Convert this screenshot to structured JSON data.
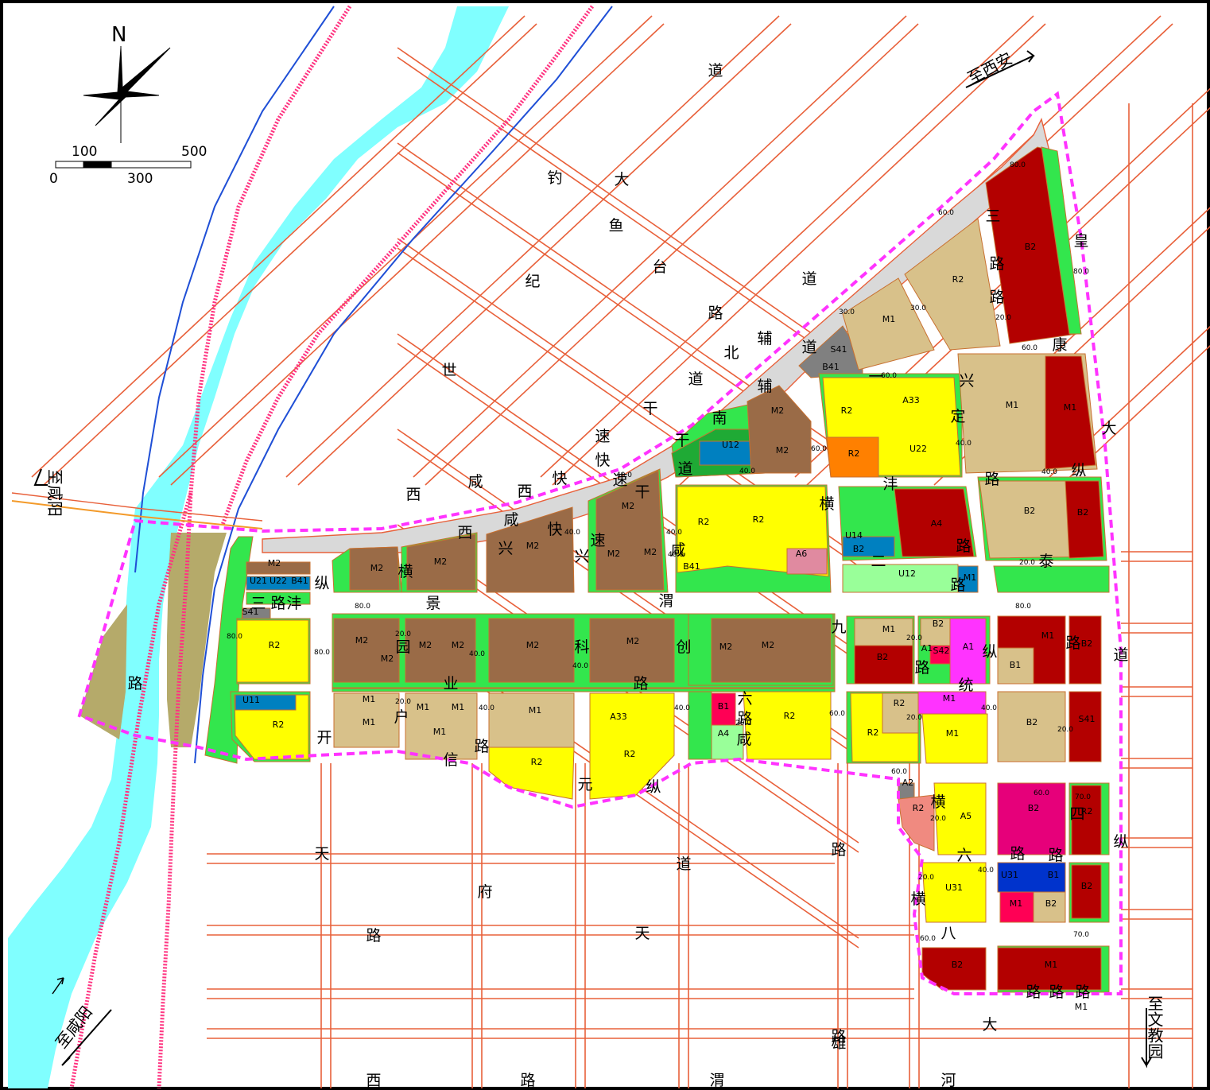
{
  "compass": {
    "north": "N"
  },
  "scale_bar": {
    "labels": [
      "100",
      "500",
      "0",
      "300"
    ]
  },
  "colors": {
    "river": "#80ffff",
    "road_outline": "#e8603a",
    "railway": "#ff3380",
    "boundary": "#ff33ff",
    "green": "#33e64d",
    "dark_green": "#1faa35",
    "R2": "#ffff00",
    "M1": "#d8c18a",
    "M2": "#9a6b47",
    "B2": "#b30000",
    "B1": "#ff0055",
    "A1": "#ff33ff",
    "A2": "#f08a80",
    "A33": "#ff8000",
    "A4": "#99ff99",
    "A5": "#e6007a",
    "A6": "#e08aa0",
    "U1": "#0080c0",
    "U31": "#0033cc",
    "S41": "#808080",
    "sand": "#b5aa6a",
    "expressway": "#d9d9d9"
  },
  "directions": [
    {
      "text": "至西安"
    },
    {
      "text": "至咸阳"
    },
    {
      "text": "至文教园"
    },
    {
      "text": "至咸阳"
    }
  ],
  "roads": [
    {
      "text": "道"
    },
    {
      "text": "钓"
    },
    {
      "text": "大"
    },
    {
      "text": "鱼"
    },
    {
      "text": "台"
    },
    {
      "text": "纪"
    },
    {
      "text": "道"
    },
    {
      "text": "路"
    },
    {
      "text": "辅"
    },
    {
      "text": "北"
    },
    {
      "text": "世"
    },
    {
      "text": "道"
    },
    {
      "text": "道"
    },
    {
      "text": "辅"
    },
    {
      "text": "干"
    },
    {
      "text": "南"
    },
    {
      "text": "干"
    },
    {
      "text": "速"
    },
    {
      "text": "道"
    },
    {
      "text": "快"
    },
    {
      "text": "速"
    },
    {
      "text": "干"
    },
    {
      "text": "咸"
    },
    {
      "text": "西"
    },
    {
      "text": "快"
    },
    {
      "text": "西"
    },
    {
      "text": "咸"
    },
    {
      "text": "快"
    },
    {
      "text": "西"
    },
    {
      "text": "兴"
    },
    {
      "text": "速"
    },
    {
      "text": "兴"
    },
    {
      "text": "咸"
    },
    {
      "text": "纵"
    },
    {
      "text": "横"
    },
    {
      "text": "三"
    },
    {
      "text": "路"
    },
    {
      "text": "沣"
    },
    {
      "text": "景"
    },
    {
      "text": "渭"
    },
    {
      "text": "九"
    },
    {
      "text": "园"
    },
    {
      "text": "科"
    },
    {
      "text": "创"
    },
    {
      "text": "业"
    },
    {
      "text": "路"
    },
    {
      "text": "户"
    },
    {
      "text": "开"
    },
    {
      "text": "信"
    },
    {
      "text": "路"
    },
    {
      "text": "元"
    },
    {
      "text": "纵"
    },
    {
      "text": "六"
    },
    {
      "text": "路"
    },
    {
      "text": "咸"
    },
    {
      "text": "纵"
    },
    {
      "text": "路"
    },
    {
      "text": "统"
    },
    {
      "text": "一"
    },
    {
      "text": "兴"
    },
    {
      "text": "定"
    },
    {
      "text": "路"
    },
    {
      "text": "纵"
    },
    {
      "text": "三"
    },
    {
      "text": "路"
    },
    {
      "text": "路"
    },
    {
      "text": "康"
    },
    {
      "text": "沣"
    },
    {
      "text": "横"
    },
    {
      "text": "二"
    },
    {
      "text": "路"
    },
    {
      "text": "路"
    },
    {
      "text": "泰"
    },
    {
      "text": "皇"
    },
    {
      "text": "大"
    },
    {
      "text": "道"
    },
    {
      "text": "纵"
    },
    {
      "text": "路"
    },
    {
      "text": "四"
    },
    {
      "text": "横"
    },
    {
      "text": "六"
    },
    {
      "text": "路"
    },
    {
      "text": "路"
    },
    {
      "text": "横"
    },
    {
      "text": "八"
    },
    {
      "text": "路"
    },
    {
      "text": "路"
    },
    {
      "text": "路"
    },
    {
      "text": "大"
    },
    {
      "text": "路"
    },
    {
      "text": "路"
    },
    {
      "text": "天"
    },
    {
      "text": "府"
    },
    {
      "text": "路"
    },
    {
      "text": "道"
    },
    {
      "text": "天"
    },
    {
      "text": "雄"
    },
    {
      "text": "西"
    },
    {
      "text": "路"
    },
    {
      "text": "渭"
    },
    {
      "text": "河"
    },
    {
      "text": "路"
    }
  ],
  "zones": [
    {
      "code": "M2"
    },
    {
      "code": "U21"
    },
    {
      "code": "U22"
    },
    {
      "code": "B41"
    },
    {
      "code": "S41"
    },
    {
      "code": "R2"
    },
    {
      "code": "U11"
    },
    {
      "code": "R2"
    },
    {
      "code": "M2"
    },
    {
      "code": "M2"
    },
    {
      "code": "M2"
    },
    {
      "code": "M2"
    },
    {
      "code": "M2"
    },
    {
      "code": "M2"
    },
    {
      "code": "M2"
    },
    {
      "code": "M2"
    },
    {
      "code": "M2"
    },
    {
      "code": "M2"
    },
    {
      "code": "M2"
    },
    {
      "code": "M2"
    },
    {
      "code": "M2"
    },
    {
      "code": "M2"
    },
    {
      "code": "M2"
    },
    {
      "code": "M2"
    },
    {
      "code": "U12"
    },
    {
      "code": "R2"
    },
    {
      "code": "R2"
    },
    {
      "code": "A6"
    },
    {
      "code": "B41"
    },
    {
      "code": "M1"
    },
    {
      "code": "M1"
    },
    {
      "code": "M1"
    },
    {
      "code": "M1"
    },
    {
      "code": "M1"
    },
    {
      "code": "M1"
    },
    {
      "code": "R2"
    },
    {
      "code": "A33"
    },
    {
      "code": "R2"
    },
    {
      "code": "B1"
    },
    {
      "code": "A4"
    },
    {
      "code": "R2"
    },
    {
      "code": "S41"
    },
    {
      "code": "B41"
    },
    {
      "code": "M1"
    },
    {
      "code": "R2"
    },
    {
      "code": "R2"
    },
    {
      "code": "A33"
    },
    {
      "code": "R2"
    },
    {
      "code": "U22"
    },
    {
      "code": "U14"
    },
    {
      "code": "B2"
    },
    {
      "code": "A4"
    },
    {
      "code": "U12"
    },
    {
      "code": "M1"
    },
    {
      "code": "M1"
    },
    {
      "code": "B2"
    },
    {
      "code": "M1"
    },
    {
      "code": "B2"
    },
    {
      "code": "B2"
    },
    {
      "code": "M1"
    },
    {
      "code": "B2"
    },
    {
      "code": "B2"
    },
    {
      "code": "M1"
    },
    {
      "code": "B2"
    },
    {
      "code": "B1"
    },
    {
      "code": "S42"
    },
    {
      "code": "A1"
    },
    {
      "code": "A1"
    },
    {
      "code": "M1"
    },
    {
      "code": "R2"
    },
    {
      "code": "R2"
    },
    {
      "code": "M1"
    },
    {
      "code": "B2"
    },
    {
      "code": "S41"
    },
    {
      "code": "A2"
    },
    {
      "code": "R2"
    },
    {
      "code": "A5"
    },
    {
      "code": "B2"
    },
    {
      "code": "R2"
    },
    {
      "code": "U31"
    },
    {
      "code": "U31"
    },
    {
      "code": "B1"
    },
    {
      "code": "M1"
    },
    {
      "code": "B2"
    },
    {
      "code": "B2"
    },
    {
      "code": "B2"
    },
    {
      "code": "M1"
    },
    {
      "code": "M1"
    }
  ],
  "widths": [
    "80.0",
    "80.0",
    "80.0",
    "40.0",
    "40.0",
    "40.0",
    "40.0",
    "40.0",
    "40.0",
    "40.0",
    "40.0",
    "40.0",
    "60.0",
    "60.0",
    "20.0",
    "20.0",
    "20.0",
    "80.0",
    "60.0",
    "80.0",
    "20.0",
    "20.0",
    "60.0",
    "70.0",
    "70.0",
    "20.0",
    "40.0",
    "40.0",
    "20.0",
    "20.0",
    "20.0",
    "60.0",
    "60.0",
    "60.0",
    "80.0",
    "40.0",
    "40.0",
    "30.0",
    "30.0",
    "20.0",
    "60.0"
  ]
}
